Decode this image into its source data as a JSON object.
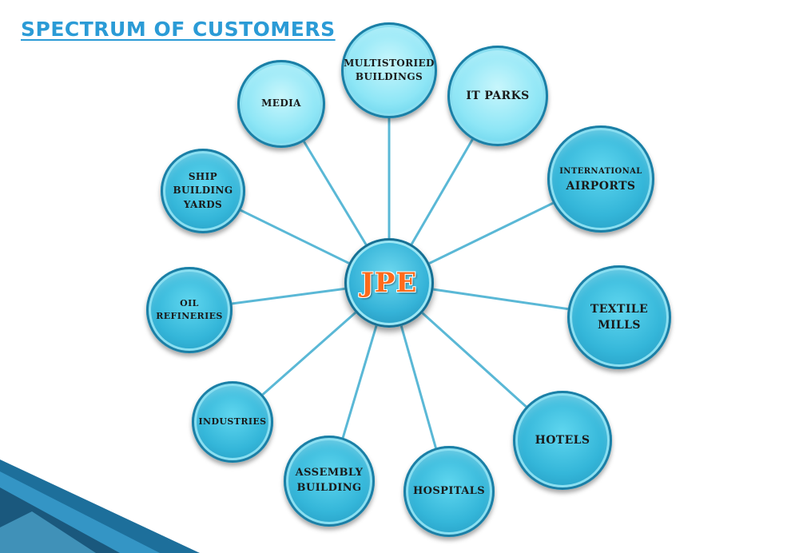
{
  "title": "SPECTRUM OF CUSTOMERS",
  "center": "JPE",
  "colors": {
    "title": "#2b9bd6",
    "node": "#34b6d9",
    "node_light": "#8ee6f6",
    "center_text": "#ff6a1a",
    "spoke": "#5ab8d6"
  },
  "nodes": {
    "media": "MEDIA",
    "multistoried_1": "MULTISTORIED",
    "multistoried_2": "BUILDINGS",
    "it_parks": "IT  PARKS",
    "airports_1": "INTERNATIONAL",
    "airports_2": "AIRPORTS",
    "ship_1": "SHIP",
    "ship_2": "BUILDING",
    "ship_3": "YARDS",
    "textile_1": "TEXTILE",
    "textile_2": "MILLS",
    "oil_1": "OIL",
    "oil_2": "REFINERIES",
    "industries": "INDUSTRIES",
    "hotels": "HOTELS",
    "assembly_1": "ASSEMBLY",
    "assembly_2": "BUILDING",
    "hospitals": "HOSPITALS"
  }
}
